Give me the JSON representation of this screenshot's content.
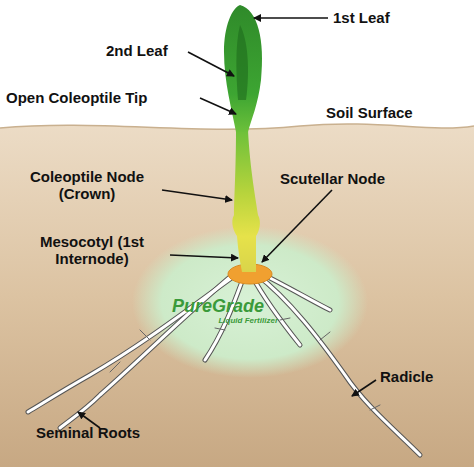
{
  "diagram": {
    "labels": [
      "1st Leaf",
      "2nd Leaf",
      "Open Coleoptile Tip",
      "Soil Surface",
      "Coleoptile Node (Crown)",
      "Scutellar Node",
      "Mesocotyl (1st Internode)",
      "Radicle",
      "Seminal Roots",
      "PureGrade",
      "Liquid Fertilizer"
    ]
  }
}
